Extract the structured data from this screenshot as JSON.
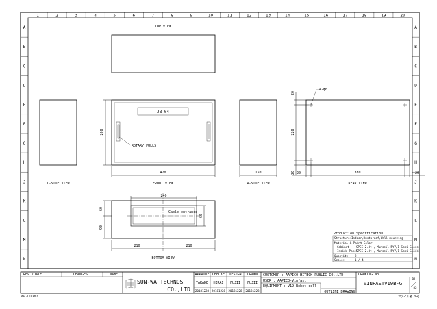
{
  "grid": {
    "columns": [
      "1",
      "2",
      "3",
      "4",
      "5",
      "6",
      "7",
      "8",
      "9",
      "10",
      "11",
      "12",
      "13",
      "14",
      "15",
      "16",
      "17",
      "18",
      "19",
      "20"
    ],
    "rows": [
      "A",
      "B",
      "C",
      "D",
      "E",
      "F",
      "G",
      "H",
      "J",
      "K",
      "L",
      "M",
      "N"
    ]
  },
  "views": {
    "top": "TOP VIEW",
    "left_side": "L-SIDE VIEW",
    "front": "FRONT VIEW",
    "right_side": "R-SIDE VIEW",
    "rear": "REAR VIEW",
    "bottom": "BOTTOM VIEW"
  },
  "front": {
    "nameplate": "JB-04",
    "rotary_label": "ROTARY PULLS",
    "dim_height": "260",
    "dim_width": "420"
  },
  "right_side": {
    "dim_depth": "150"
  },
  "rear": {
    "hole_label": "4-ϕ6",
    "dim_top": "20",
    "dim_height": "220",
    "dim_bottom": "20",
    "dim_left": "20",
    "dim_span": "380",
    "dim_right": "20"
  },
  "bottom": {
    "cable_label": "Cable entrance",
    "dim_opening": "240",
    "dim_left_offset": "210",
    "dim_right_offset": "210",
    "dim_depth_a": "60",
    "dim_depth_b": "90",
    "dim_opening_depth": "60"
  },
  "spec": {
    "title": "Production Specification",
    "structure_label": "Structure:",
    "structure_value": "Indoor,Dustproof,Wall mounting",
    "color_label": "Material & Paint Color :",
    "cabinet_label": "Cabinet",
    "cabinet_value": "SPCC 2.3t , Munsell 5Y7/1 Semi-Gloss",
    "inside_label": "Inside Panel",
    "inside_value": "SPCC 2.3t , Munsell 5Y7/1 Semi-Gloss",
    "quantity_label": "Quantity:",
    "quantity_value": "2",
    "scale_label": "Scale:",
    "scale_value": "1 / 4"
  },
  "title_block": {
    "rev_date": "REV./DATE",
    "changes": "CHANGES",
    "name": "NAME",
    "company_line1": "SUN-WA TECHNOS",
    "company_line2": "CO.,LTD",
    "approve": "APPROVE",
    "checked": "CHECKE",
    "design": "DESIGN",
    "drawn": "DRAWN",
    "approve_name": "TAKADE",
    "checked_name": "HIRAI",
    "design_name": "FUJII",
    "drawn_name": "FUJII",
    "approve_date": "20181228",
    "checked_date": "20181228",
    "design_date": "20181228",
    "drawn_date": "20181228",
    "customer": "CUSTOMER : AAPICO HITECH PUBLIC CO.,LTD",
    "user": "USER : AAPICO-Vinfast",
    "equipment": "EQUIPMENT : V19_Robot cell",
    "doc_title": "OUTLINE DRAWING",
    "drawing_no_label": "DRAWING No.",
    "drawing_no": "VINFASTV19B-G",
    "sheet_num": "B1",
    "sheet_den": "82"
  },
  "footer": {
    "left": "BW4-LTCBM2",
    "right": "ファイル名.dwg"
  }
}
